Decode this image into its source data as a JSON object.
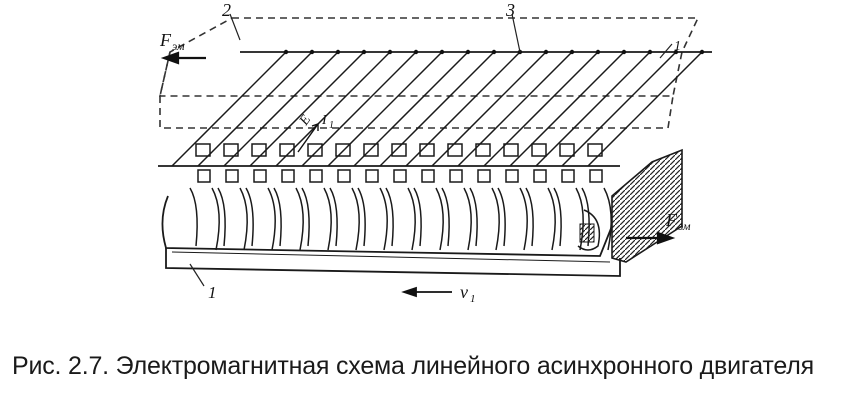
{
  "labels": {
    "n1": "1",
    "n2": "2",
    "n3": "3",
    "f_em_left": "F",
    "f_em_left_sub": "эм",
    "f_em_right": "F",
    "f_em_right_sub": "эм",
    "i1": "I",
    "i1_sub": "1",
    "e": "E",
    "v1": "v",
    "v1_sub": "1",
    "corner_1": "1"
  },
  "caption": "Рис. 2.7. Электромагнитная схема линейного асинхронного двигателя"
}
